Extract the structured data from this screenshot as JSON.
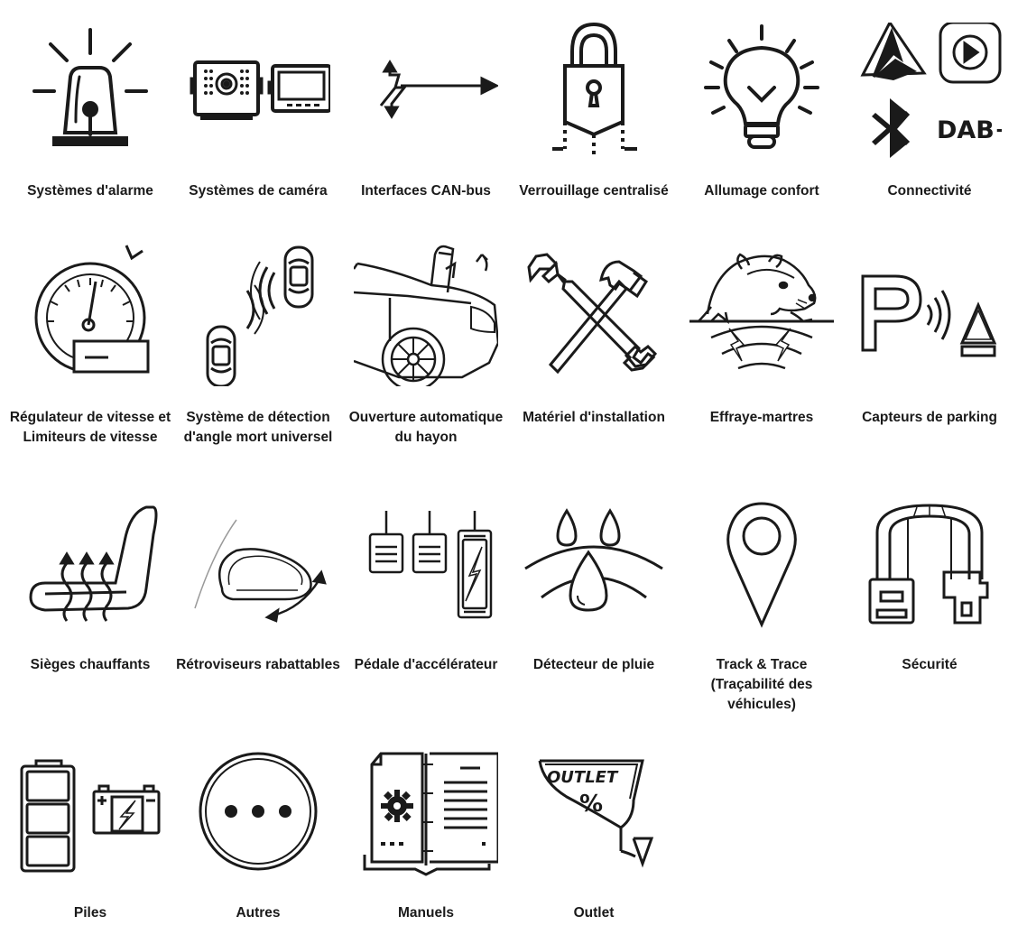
{
  "categories": [
    {
      "label": "Systèmes d'alarme",
      "icon": "alarm-beacon-icon"
    },
    {
      "label": "Systèmes de caméra",
      "icon": "camera-monitor-icon"
    },
    {
      "label": "Interfaces CAN-bus",
      "icon": "can-bus-arrows-icon"
    },
    {
      "label": "Verrouillage centralisé",
      "icon": "padlock-icon"
    },
    {
      "label": "Allumage confort",
      "icon": "lightbulb-icon"
    },
    {
      "label": "Connectivité",
      "icon": "connectivity-icon",
      "icon_text": "DAB+"
    },
    {
      "label": "Régulateur de vitesse et Limiteurs de vitesse",
      "icon": "speedometer-icon"
    },
    {
      "label": "Système de détection d'angle mort universel",
      "icon": "blind-spot-cars-icon"
    },
    {
      "label": "Ouverture automatique du hayon",
      "icon": "car-tailgate-icon"
    },
    {
      "label": "Matériel d'installation",
      "icon": "wrench-hammer-icon"
    },
    {
      "label": "Effraye-martres",
      "icon": "marten-icon"
    },
    {
      "label": "Capteurs de parking",
      "icon": "parking-sensor-icon"
    },
    {
      "label": "Sièges chauffants",
      "icon": "heated-seat-icon"
    },
    {
      "label": "Rétroviseurs rabattables",
      "icon": "folding-mirror-icon"
    },
    {
      "label": "Pédale d'accélérateur",
      "icon": "pedals-icon"
    },
    {
      "label": "Détecteur de pluie",
      "icon": "rain-drops-icon"
    },
    {
      "label": "Track & Trace (Traçabilité des véhicules)",
      "icon": "location-pin-icon"
    },
    {
      "label": "Sécurité",
      "icon": "seatbelt-icon"
    },
    {
      "label": "Piles",
      "icon": "battery-icon"
    },
    {
      "label": "Autres",
      "icon": "more-dots-icon"
    },
    {
      "label": "Manuels",
      "icon": "manual-book-icon"
    },
    {
      "label": "Outlet",
      "icon": "outlet-tag-icon",
      "icon_text_1": "OUTLET",
      "icon_text_2": "%"
    }
  ]
}
